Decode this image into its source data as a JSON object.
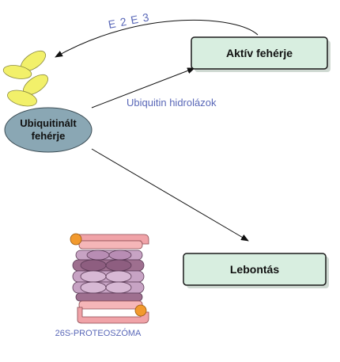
{
  "labels": {
    "enzymes": "E 2 E 3",
    "hydrolase": "Ubiquitin hidrolázok",
    "proteasome": "26S-PROTEOSZÓMA"
  },
  "nodes": {
    "active_protein": "Aktív fehérje",
    "ubiquitinated_line1": "Ubiquitinált",
    "ubiquitinated_line2": "fehérje",
    "degradation": "Lebontás"
  },
  "colors": {
    "box_fill": "#d8eee0",
    "box_stroke": "#1a1a1a",
    "ellipse_fill": "#8aa7b4",
    "ubiquitin_fill": "#f2f06a",
    "label_blue": "#5a68b8",
    "proteasome_core": "#9e6f8f",
    "proteasome_ring": "#c7a3c4",
    "proteasome_cap": "#f0a3a8",
    "proteasome_knob": "#f29a2e"
  }
}
